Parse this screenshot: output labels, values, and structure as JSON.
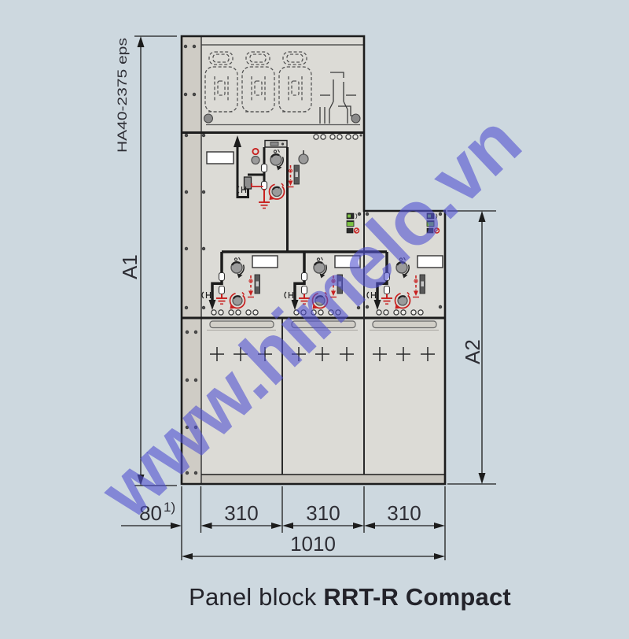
{
  "watermark": {
    "text": "www.himelo.vn",
    "color": "#5252d0"
  },
  "figure": {
    "source_label": "HA40-2375 eps",
    "caption_prefix": "Panel block",
    "caption_model": "RRT-R Compact",
    "dimensions": {
      "height_left": "A1",
      "height_right": "A2",
      "plinth_width": "80",
      "plinth_note": "1)",
      "panel_widths": [
        "310",
        "310",
        "310"
      ],
      "total_width": "1010"
    }
  },
  "colors": {
    "background": "#cdd8df",
    "panel_face": "#dcdbd6",
    "panel_trim": "#cfccc5",
    "base_strip": "#c8c5be",
    "line": "#1c1c1c",
    "accent_red": "#c8201f",
    "indicator_green": "#7bc143",
    "knob_gray": "#9b9b9b",
    "watermark_blue": "#5252d0",
    "text": "#2e2e35"
  }
}
